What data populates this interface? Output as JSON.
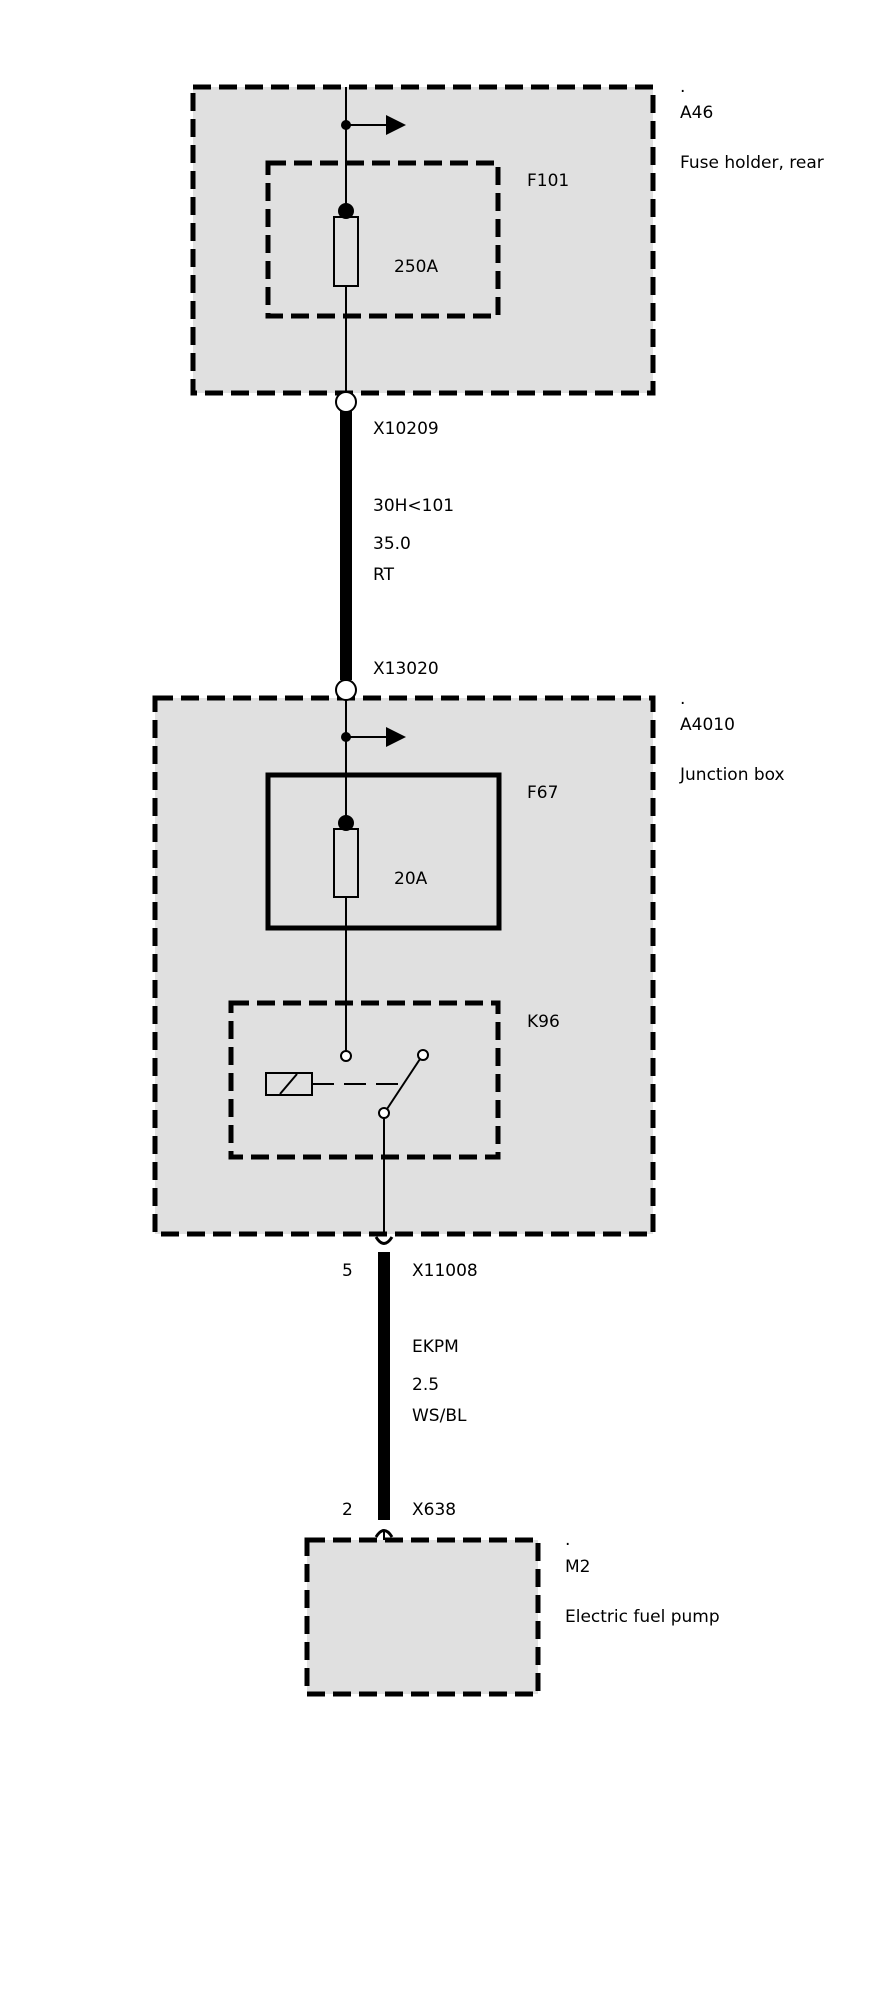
{
  "components": {
    "a46": {
      "dot": ".",
      "id": "A46",
      "name": "Fuse holder, rear"
    },
    "f101": {
      "id": "F101",
      "rating": "250A"
    },
    "a4010": {
      "dot": ".",
      "id": "A4010",
      "name": "Junction box"
    },
    "f67": {
      "id": "F67",
      "rating": "20A"
    },
    "k96": {
      "id": "K96"
    },
    "m2": {
      "dot": ".",
      "id": "M2",
      "name": "Electric fuel pump"
    }
  },
  "connectors": {
    "x10209": "X10209",
    "x13020": "X13020",
    "x11008": {
      "id": "X11008",
      "pin": "5"
    },
    "x638": {
      "id": "X638",
      "pin": "2"
    }
  },
  "wires": {
    "w1": {
      "signal": "30H<101",
      "cross_section": "35.0",
      "color_code": "RT"
    },
    "w2": {
      "signal": "EKPM",
      "cross_section": "2.5",
      "color_code": "WS/BL"
    }
  }
}
